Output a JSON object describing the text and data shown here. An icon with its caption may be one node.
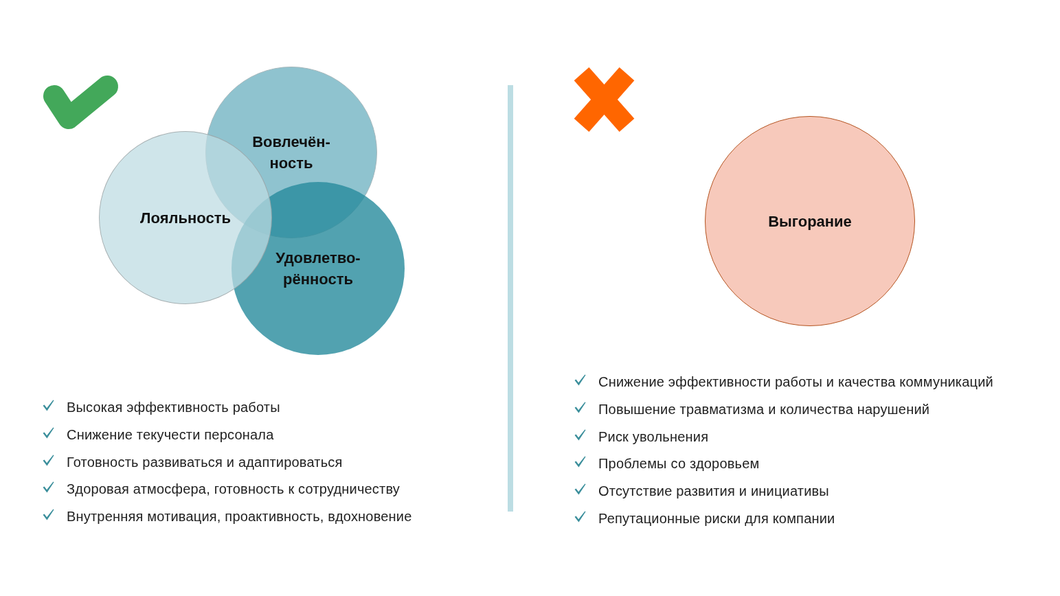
{
  "diagram": {
    "nodes": [
      {
        "text": [
          "Вовлечён- ность"
        ]
      },
      {
        "text": [
          "Лояльность"
        ]
      },
      {
        "text": [
          "Удовлетво- рённость"
        ]
      },
      {
        "text": [
          "Выгорание"
        ]
      }
    ],
    "labels": [
      "Высокая эффективность работы",
      "Снижение текучести персонала",
      "Готовность развиваться и адаптироваться",
      "Здоровая атмосфера, готовность к сотрудничеству",
      "Внутренняя мотивация, проактивность, вдохновение",
      "Снижение эффективности работы и качества коммуникаций",
      "Повышение травматизма и количества нарушений",
      "Риск увольнения",
      "Проблемы со здоровьем",
      "Отсутствие развития и инициативы",
      "Репутационные риски для компании"
    ]
  }
}
